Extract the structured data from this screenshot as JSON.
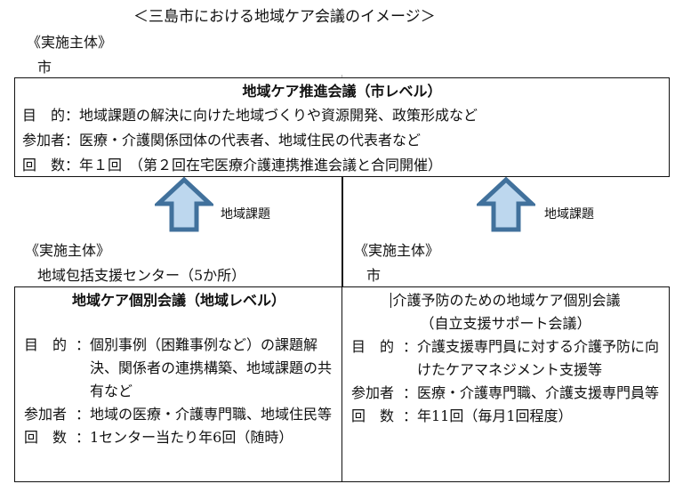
{
  "title": "＜三島市における地域ケア会議のイメージ＞",
  "top": {
    "implementer_label": "《実施主体》",
    "implementer": "市",
    "box": {
      "title": "地域ケア推進会議（市レベル）",
      "rows": [
        {
          "key": "目　的",
          "colon": "：",
          "value": "地域課題の解決に向けた地域づくりや資源開発、政策形成など"
        },
        {
          "key": "参加者",
          "colon": "：",
          "value": "医療・介護関係団体の代表者、地域住民の代表者など"
        },
        {
          "key": "回　数",
          "colon": "：",
          "value": "年１回　（第２回在宅医療介護連携推進会議と合同開催）"
        }
      ]
    }
  },
  "arrows": [
    {
      "icon": "up-arrow-icon",
      "label": "地域課題"
    },
    {
      "icon": "up-arrow-icon",
      "label": "地域課題"
    }
  ],
  "arrow_colors": {
    "fill": "#BDD7EE",
    "stroke": "#41719C"
  },
  "left": {
    "implementer_label": "《実施主体》",
    "implementer": "地域包括支援センター（5か所）",
    "box": {
      "title": "地域ケア個別会議（地域レベル）",
      "rows": [
        {
          "key": "目　的",
          "colon": "：",
          "value": "個別事例（困難事例など）の課題解決、関係者の連携構築、地域課題の共有など"
        },
        {
          "key": "参加者",
          "colon": "：",
          "value": "地域の医療・介護専門職、地域住民等"
        },
        {
          "key": "回　数",
          "colon": "：",
          "value": "1センター当たり年6回（随時）"
        }
      ]
    }
  },
  "right": {
    "implementer_label": "《実施主体》",
    "implementer": "市",
    "box": {
      "title_line1": "介護予防のための地域ケア個別会議",
      "title_line2": "（自立支援サポート会議）",
      "rows": [
        {
          "key": "目　的",
          "colon": "：",
          "value": "介護支援専門員に対する介護予防に向けたケアマネジメント支援等"
        },
        {
          "key": "参加者",
          "colon": "：",
          "value": "医療・介護専門職、介護支援専門員等"
        },
        {
          "key": "回　数",
          "colon": "：",
          "value": "年11回（毎月1回程度）"
        }
      ]
    }
  }
}
